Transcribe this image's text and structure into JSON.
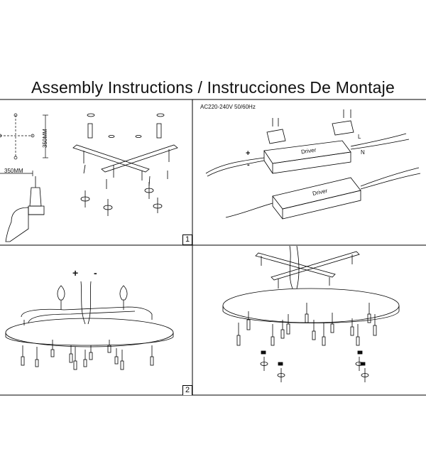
{
  "title": "Assembly Instructions / Instrucciones De Montaje",
  "panel1": {
    "step": "1",
    "dim_vertical": "350MM",
    "dim_horizontal": "350MM"
  },
  "panel2": {
    "voltage": "AC220-240V 50/60Hz",
    "driver_label_1": "Driver",
    "driver_label_2": "Driver",
    "pos_sign": "+",
    "neg_sign": "-",
    "live": "L",
    "neutral": "N"
  },
  "panel3": {
    "step": "2",
    "pos_sign": "+",
    "neg_sign": "-"
  },
  "panel4": {}
}
